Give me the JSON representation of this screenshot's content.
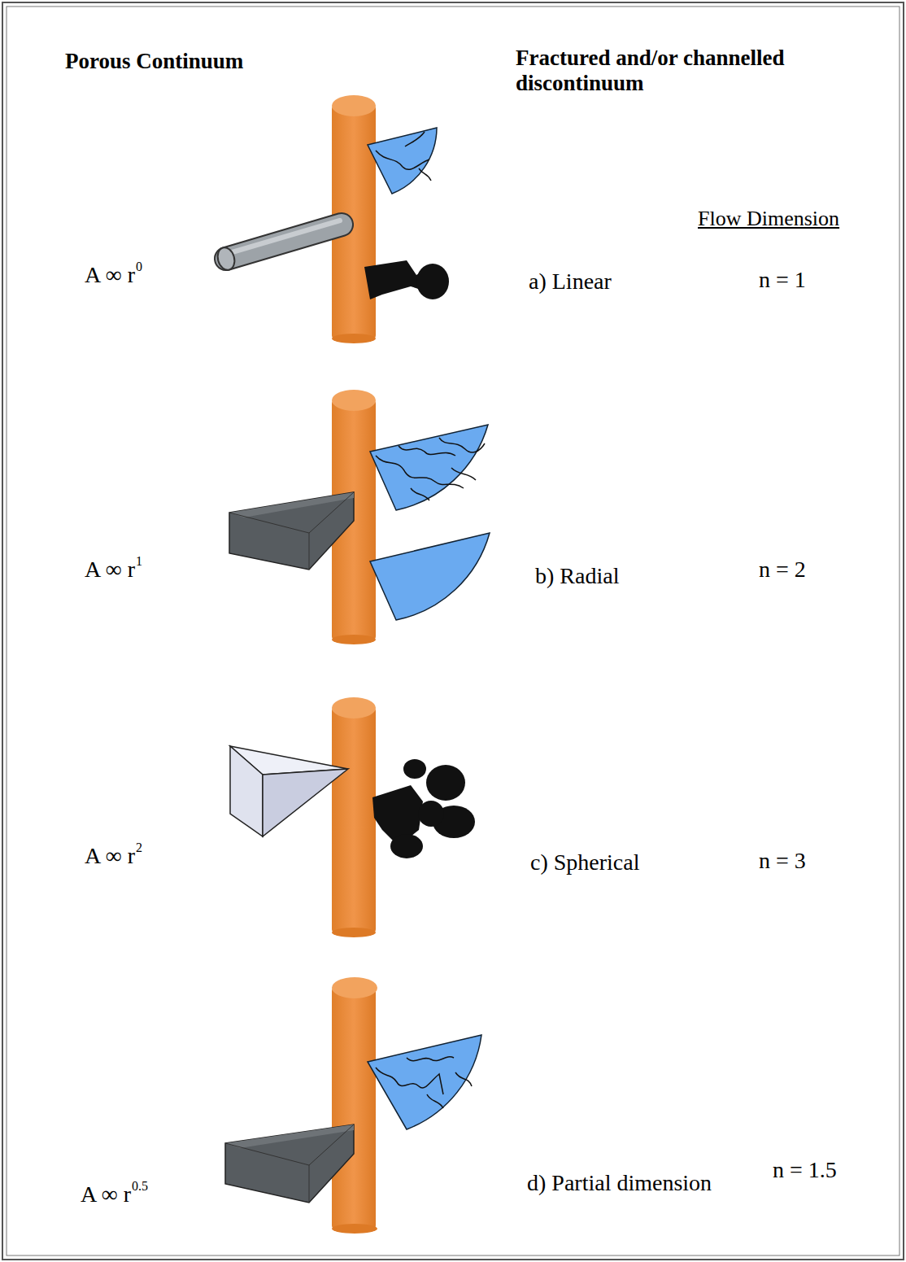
{
  "diagram": {
    "labels": [
      "Porous Continuum",
      "Fractured and/or channelled discontinuum",
      "Flow Dimension",
      "A ∞ r",
      "0",
      "a) Linear",
      "n = 1",
      "A ∞ r",
      "1",
      "b) Radial",
      "n = 2",
      "A ∞ r",
      "2",
      "c) Spherical",
      "n = 3",
      "A ∞ r",
      "0.5",
      "d) Partial dimension",
      "n = 1.5"
    ]
  }
}
